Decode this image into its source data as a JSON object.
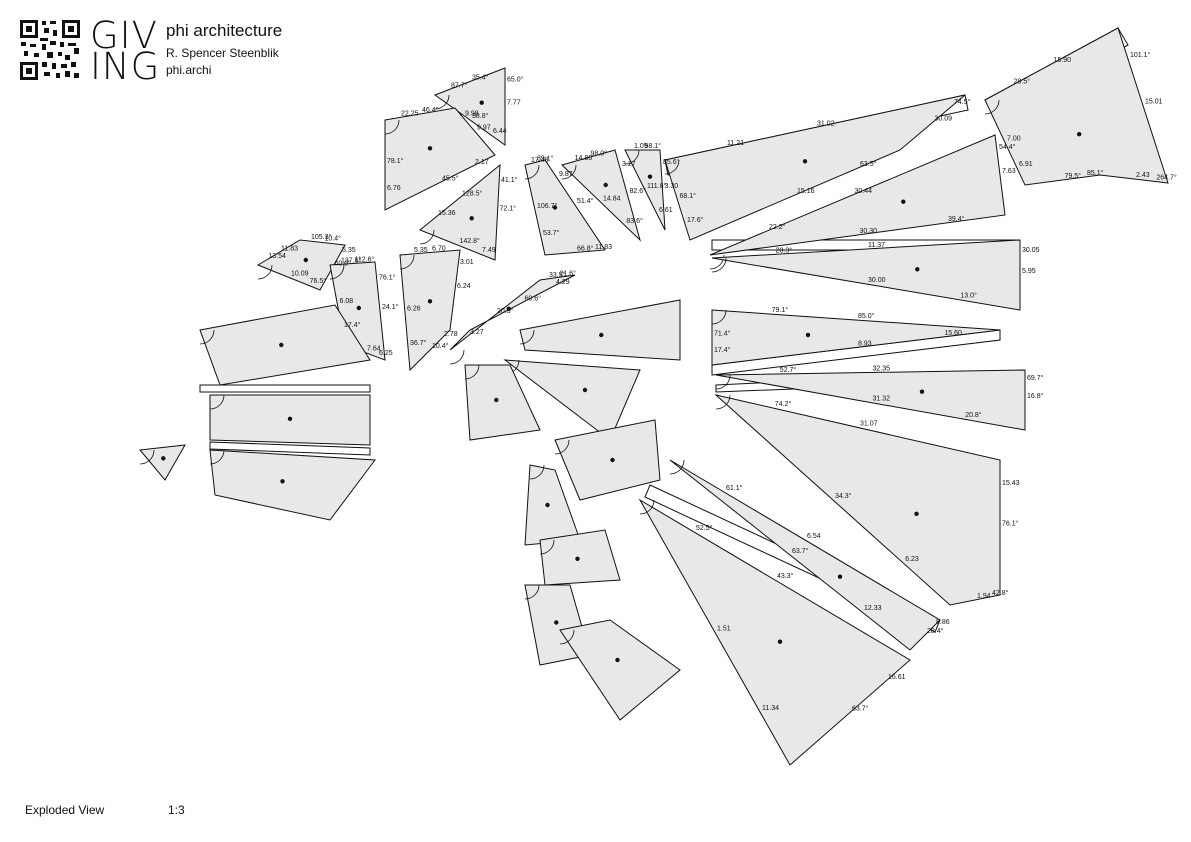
{
  "header": {
    "logo_line1": "GIV",
    "logo_line2": "ING",
    "title": "phi architecture",
    "author": "R. Spencer Steenblik",
    "site": "phi.archi"
  },
  "icons": {
    "qr": "qr-code-icon"
  },
  "footer": {
    "view_title": "Exploded View",
    "scale": "1:3"
  },
  "colors": {
    "piece_fill": "#e8e8e8",
    "line": "#111111",
    "background": "#ffffff"
  },
  "diagram": {
    "labels": [
      "15.90",
      "28.5°",
      "15.01",
      "101.1°",
      "2.43",
      "264.7°",
      "79.5°",
      "85.1°",
      "7.00",
      "6.91",
      "31.02",
      "11.21",
      "30.09",
      "74.5°",
      "15.16",
      "63.5°",
      "68.1°",
      "17.6°",
      "30.44",
      "22.2°",
      "7.63",
      "54.4°",
      "30.30",
      "39.4°",
      "11.37",
      "28.3°",
      "5.95",
      "30.05",
      "30.00",
      "13.0°",
      "85.0°",
      "79.1°",
      "8.93",
      "15.60",
      "71.4°",
      "17.4°",
      "32.35",
      "52.7°",
      "16.8°",
      "69.7°",
      "31.32",
      "20.8°",
      "31.07",
      "74.2°",
      "76.1°",
      "15.43",
      "1.94",
      "42.8°",
      "34.3°",
      "6.23",
      "6.54",
      "61.1°",
      "28.4°",
      "8.86",
      "63.7°",
      "12.33",
      "43.3°",
      "52.5°",
      "63.7°",
      "16.61",
      "1.51",
      "11.34",
      "35.4°",
      "87.7°",
      "7.77",
      "65.0°",
      "38.8°",
      "6.44",
      "46.4°",
      "22.25",
      "9.97",
      "9.98",
      "45.5°",
      "2.17",
      "78.1°",
      "6.76",
      "128.5°",
      "15.36",
      "72.1°",
      "41.1°",
      "142.8°",
      "7.49",
      "39.1°",
      "17.48",
      "51.4°",
      "9.87",
      "66.8°",
      "11.83",
      "106.7°",
      "53.7°",
      "98.0°",
      "14.86",
      "82.6°",
      "3.27",
      "14.84",
      "83.6°",
      "98.1°",
      "1.05",
      "3.30",
      "85.6°",
      "111.8°",
      "6.61",
      "11.83",
      "13.54",
      "10.4°",
      "105.3°",
      "40.0°",
      "5.35",
      "10.09",
      "76.5°",
      "112.6°",
      "137.6°",
      "24.1°",
      "76.1°",
      "7.64",
      "6.25",
      "6.08",
      "17.4°",
      "6.70",
      "5.35",
      "6.24",
      "3.01",
      "10.4°",
      "2.78",
      "6.26",
      "36.7°",
      "20.3°",
      "3.27",
      "21.6°",
      "33.5°",
      "60.6°",
      "4.29"
    ]
  }
}
